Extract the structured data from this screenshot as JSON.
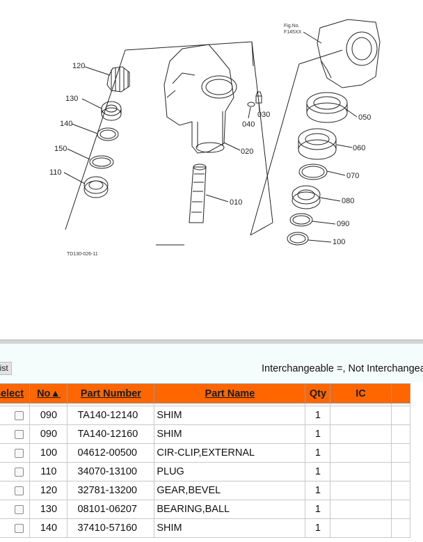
{
  "diagram": {
    "fig_label_line1": "Fig.No.",
    "fig_label_line2": "F145XX",
    "drawing_code": "TD130-026-11",
    "callouts": [
      "120",
      "130",
      "140",
      "150",
      "110",
      "040",
      "030",
      "020",
      "010",
      "050",
      "060",
      "070",
      "080",
      "090",
      "100"
    ]
  },
  "toolbar": {
    "list_button": "list",
    "legend": "Interchangeable =, Not Interchangeable"
  },
  "table": {
    "headers": {
      "select": "Select",
      "no": "No▲",
      "part_number": "Part Number",
      "part_name": "Part Name",
      "qty": "Qty",
      "ic": "IC"
    },
    "rows": [
      {
        "no": "090",
        "part_number": "TA140-12140",
        "part_name": "SHIM",
        "qty": "1",
        "ic": ""
      },
      {
        "no": "090",
        "part_number": "TA140-12160",
        "part_name": "SHIM",
        "qty": "1",
        "ic": ""
      },
      {
        "no": "100",
        "part_number": "04612-00500",
        "part_name": "CIR-CLIP,EXTERNAL",
        "qty": "1",
        "ic": ""
      },
      {
        "no": "110",
        "part_number": "34070-13100",
        "part_name": "PLUG",
        "qty": "1",
        "ic": ""
      },
      {
        "no": "120",
        "part_number": "32781-13200",
        "part_name": "GEAR,BEVEL",
        "qty": "1",
        "ic": ""
      },
      {
        "no": "130",
        "part_number": "08101-06207",
        "part_name": "BEARING,BALL",
        "qty": "1",
        "ic": ""
      },
      {
        "no": "140",
        "part_number": "37410-57160",
        "part_name": "SHIM",
        "qty": "1",
        "ic": ""
      }
    ]
  },
  "colors": {
    "header_bg": "#ff6600",
    "toolbar_bg": "#f4fcfc"
  }
}
